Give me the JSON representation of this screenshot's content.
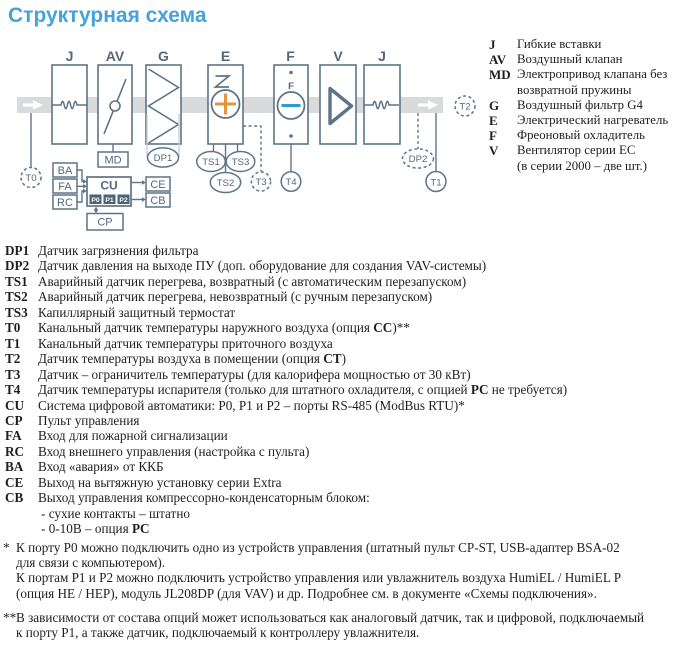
{
  "title": "Структурная схема",
  "colors": {
    "title_blue": "#46a2da",
    "diagram_stroke": "#5d7486",
    "duct_gray": "#d8dadb",
    "heater_plus_orange": "#e6953f",
    "cooler_minus_blue": "#2d9ad3",
    "port_box_fill": "#4d6477",
    "bracket_light_gray": "#c9d1d7",
    "body_text": "#1f1f1f"
  },
  "diagram": {
    "units": {
      "j1": "J",
      "av": "AV",
      "g": "G",
      "e": "E",
      "f": "F",
      "v": "V",
      "j2": "J"
    },
    "fan_letter": "F",
    "tags": {
      "t0": "T0",
      "t1": "T1",
      "t2": "T2",
      "t3": "T3",
      "t4": "T4",
      "md": "MD",
      "dp1": "DP1",
      "dp2": "DP2",
      "ts1": "TS1",
      "ts2": "TS2",
      "ts3": "TS3",
      "cu": "CU",
      "cp": "CP",
      "fa": "FA",
      "rc": "RC",
      "ba": "BA",
      "ce": "CE",
      "cb": "CB",
      "p0": "P0",
      "p1": "P1",
      "p2": "P2"
    }
  },
  "legend": {
    "items": [
      {
        "abbr": "J",
        "desc": "Гибкие вставки"
      },
      {
        "abbr": "AV",
        "desc": "Воздушный клапан"
      },
      {
        "abbr": "MD",
        "desc": "Электропривод клапана без\nвозвратной пружины"
      },
      {
        "abbr": "G",
        "desc": "Воздушный фильтр G4"
      },
      {
        "abbr": "E",
        "desc": "Электрический нагреватель"
      },
      {
        "abbr": "F",
        "desc": "Фреоновый охладитель"
      },
      {
        "abbr": "V",
        "desc": "Вентилятор серии EC\n(в серии 2000 – две шт.)"
      }
    ]
  },
  "list": {
    "items": [
      {
        "abbr": "DP1",
        "pre": "Датчик загрязнения фильтра",
        "bold": "",
        "post": ""
      },
      {
        "abbr": "DP2",
        "pre": "Датчик давления на выходе ПУ (доп. оборудование для создания VAV-системы)",
        "bold": "",
        "post": ""
      },
      {
        "abbr": "TS1",
        "pre": "Аварийный датчик перегрева, возвратный (с автоматическим перезапуском)",
        "bold": "",
        "post": ""
      },
      {
        "abbr": "TS2",
        "pre": "Аварийный датчик перегрева, невозвратный (с ручным перезапуском)",
        "bold": "",
        "post": ""
      },
      {
        "abbr": "TS3",
        "pre": "Капиллярный защитный термостат",
        "bold": "",
        "post": ""
      },
      {
        "abbr": "T0",
        "pre": "Канальный датчик температуры наружного воздуха (опция ",
        "bold": "CC",
        "post": ")**"
      },
      {
        "abbr": "T1",
        "pre": "Канальный датчик температуры приточного воздуха",
        "bold": "",
        "post": ""
      },
      {
        "abbr": "T2",
        "pre": "Датчик температуры воздуха в помещении (опция ",
        "bold": "CT",
        "post": ")"
      },
      {
        "abbr": "T3",
        "pre": "Датчик – ограничитель температуры (для калорифера мощностью от 30 кВт)",
        "bold": "",
        "post": ""
      },
      {
        "abbr": "T4",
        "pre": "Датчик температуры испарителя (только для штатного охладителя, с опцией ",
        "bold": "PC",
        "post": " не требуется)"
      },
      {
        "abbr": "CU",
        "pre": "Система цифровой автоматики: P0, P1 и P2 – порты RS-485 (ModBus RTU)*",
        "bold": "",
        "post": ""
      },
      {
        "abbr": "CP",
        "pre": "Пульт управления",
        "bold": "",
        "post": ""
      },
      {
        "abbr": "FA",
        "pre": "Вход для пожарной сигнализации",
        "bold": "",
        "post": ""
      },
      {
        "abbr": "RC",
        "pre": "Вход внешнего управления (настройка с пульта)",
        "bold": "",
        "post": ""
      },
      {
        "abbr": "BA",
        "pre": "Вход «авария» от ККБ",
        "bold": "",
        "post": ""
      },
      {
        "abbr": "CE",
        "pre": "Выход на вытяжную установку серии Extra",
        "bold": "",
        "post": ""
      },
      {
        "abbr": "CB",
        "pre": "Выход управления компрессорно-конденсаторным блоком:",
        "bold": "",
        "post": ""
      }
    ],
    "sub_items": [
      {
        "pre": "- сухие контакты – штатно",
        "bold": "",
        "post": ""
      },
      {
        "pre": "- 0-10В – опция ",
        "bold": "PC",
        "post": ""
      }
    ]
  },
  "footnotes": [
    {
      "marker": "*",
      "text": "К порту P0 можно подключить одно из устройств управления (штатный пульт CP-ST, USB-адаптер BSA-02\nдля связи с компьютером).\nК портам P1 и P2 можно подключить устройство управления или увлажнитель воздуха HumiEL /  HumiEL P\n(опция HE / HEP), модуль JL208DP (для VAV) и др. Подробнее см. в документе «Схемы подключения»."
    },
    {
      "marker": "**",
      "text": "В зависимости от состава опций может использоваться как аналоговый датчик, так и цифровой, подключаемый\nк порту P1, а также датчик, подключаемый к контроллеру увлажнителя."
    }
  ]
}
